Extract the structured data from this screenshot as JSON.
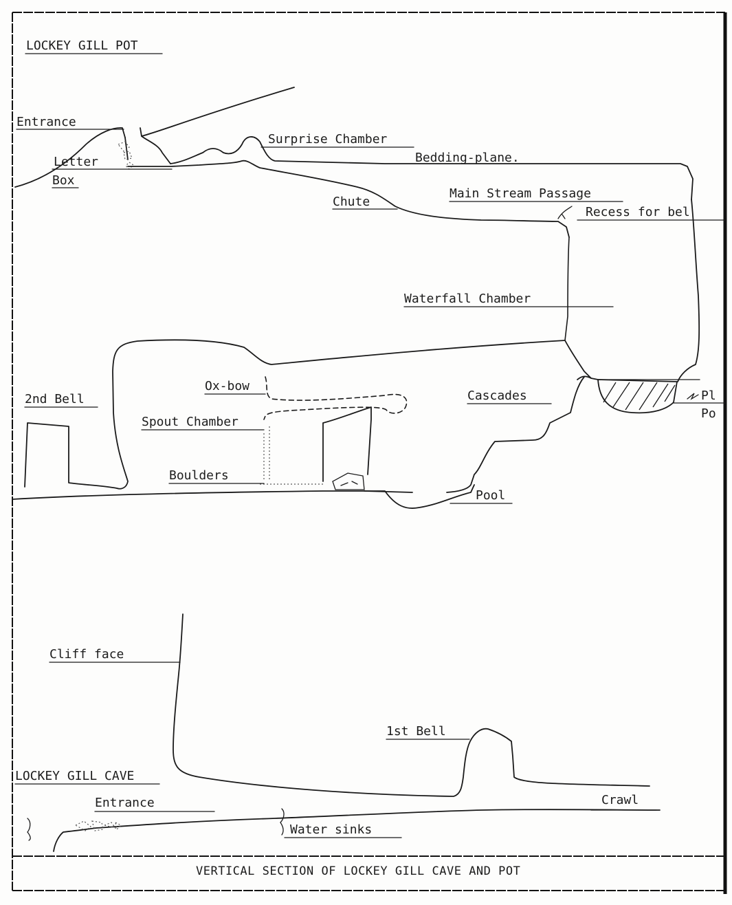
{
  "pot_title": "LOCKEY GILL POT",
  "cave_title": "LOCKEY GILL CAVE",
  "caption": "VERTICAL SECTION OF LOCKEY GILL CAVE AND POT",
  "pot_labels": {
    "entrance": "Entrance",
    "letter": "Letter",
    "box": "Box",
    "surprise_chamber": "Surprise Chamber",
    "bedding_plane": "Bedding-plane.",
    "main_stream_passage": "Main Stream Passage",
    "chute": "Chute",
    "recess": "Recess for bel",
    "waterfall_chamber": "Waterfall Chamber",
    "second_bell": "2nd Bell",
    "ox_bow": "Ox-bow",
    "spout_chamber": "Spout Chamber",
    "boulders": "Boulders",
    "cascades": "Cascades",
    "pool": "Pool",
    "plunge_pool_a": "Pl",
    "plunge_pool_b": "Po"
  },
  "cave_labels": {
    "cliff_face": "Cliff face",
    "first_bell": "1st Bell",
    "entrance": "Entrance",
    "crawl": "Crawl",
    "water_sinks": "Water sinks"
  }
}
